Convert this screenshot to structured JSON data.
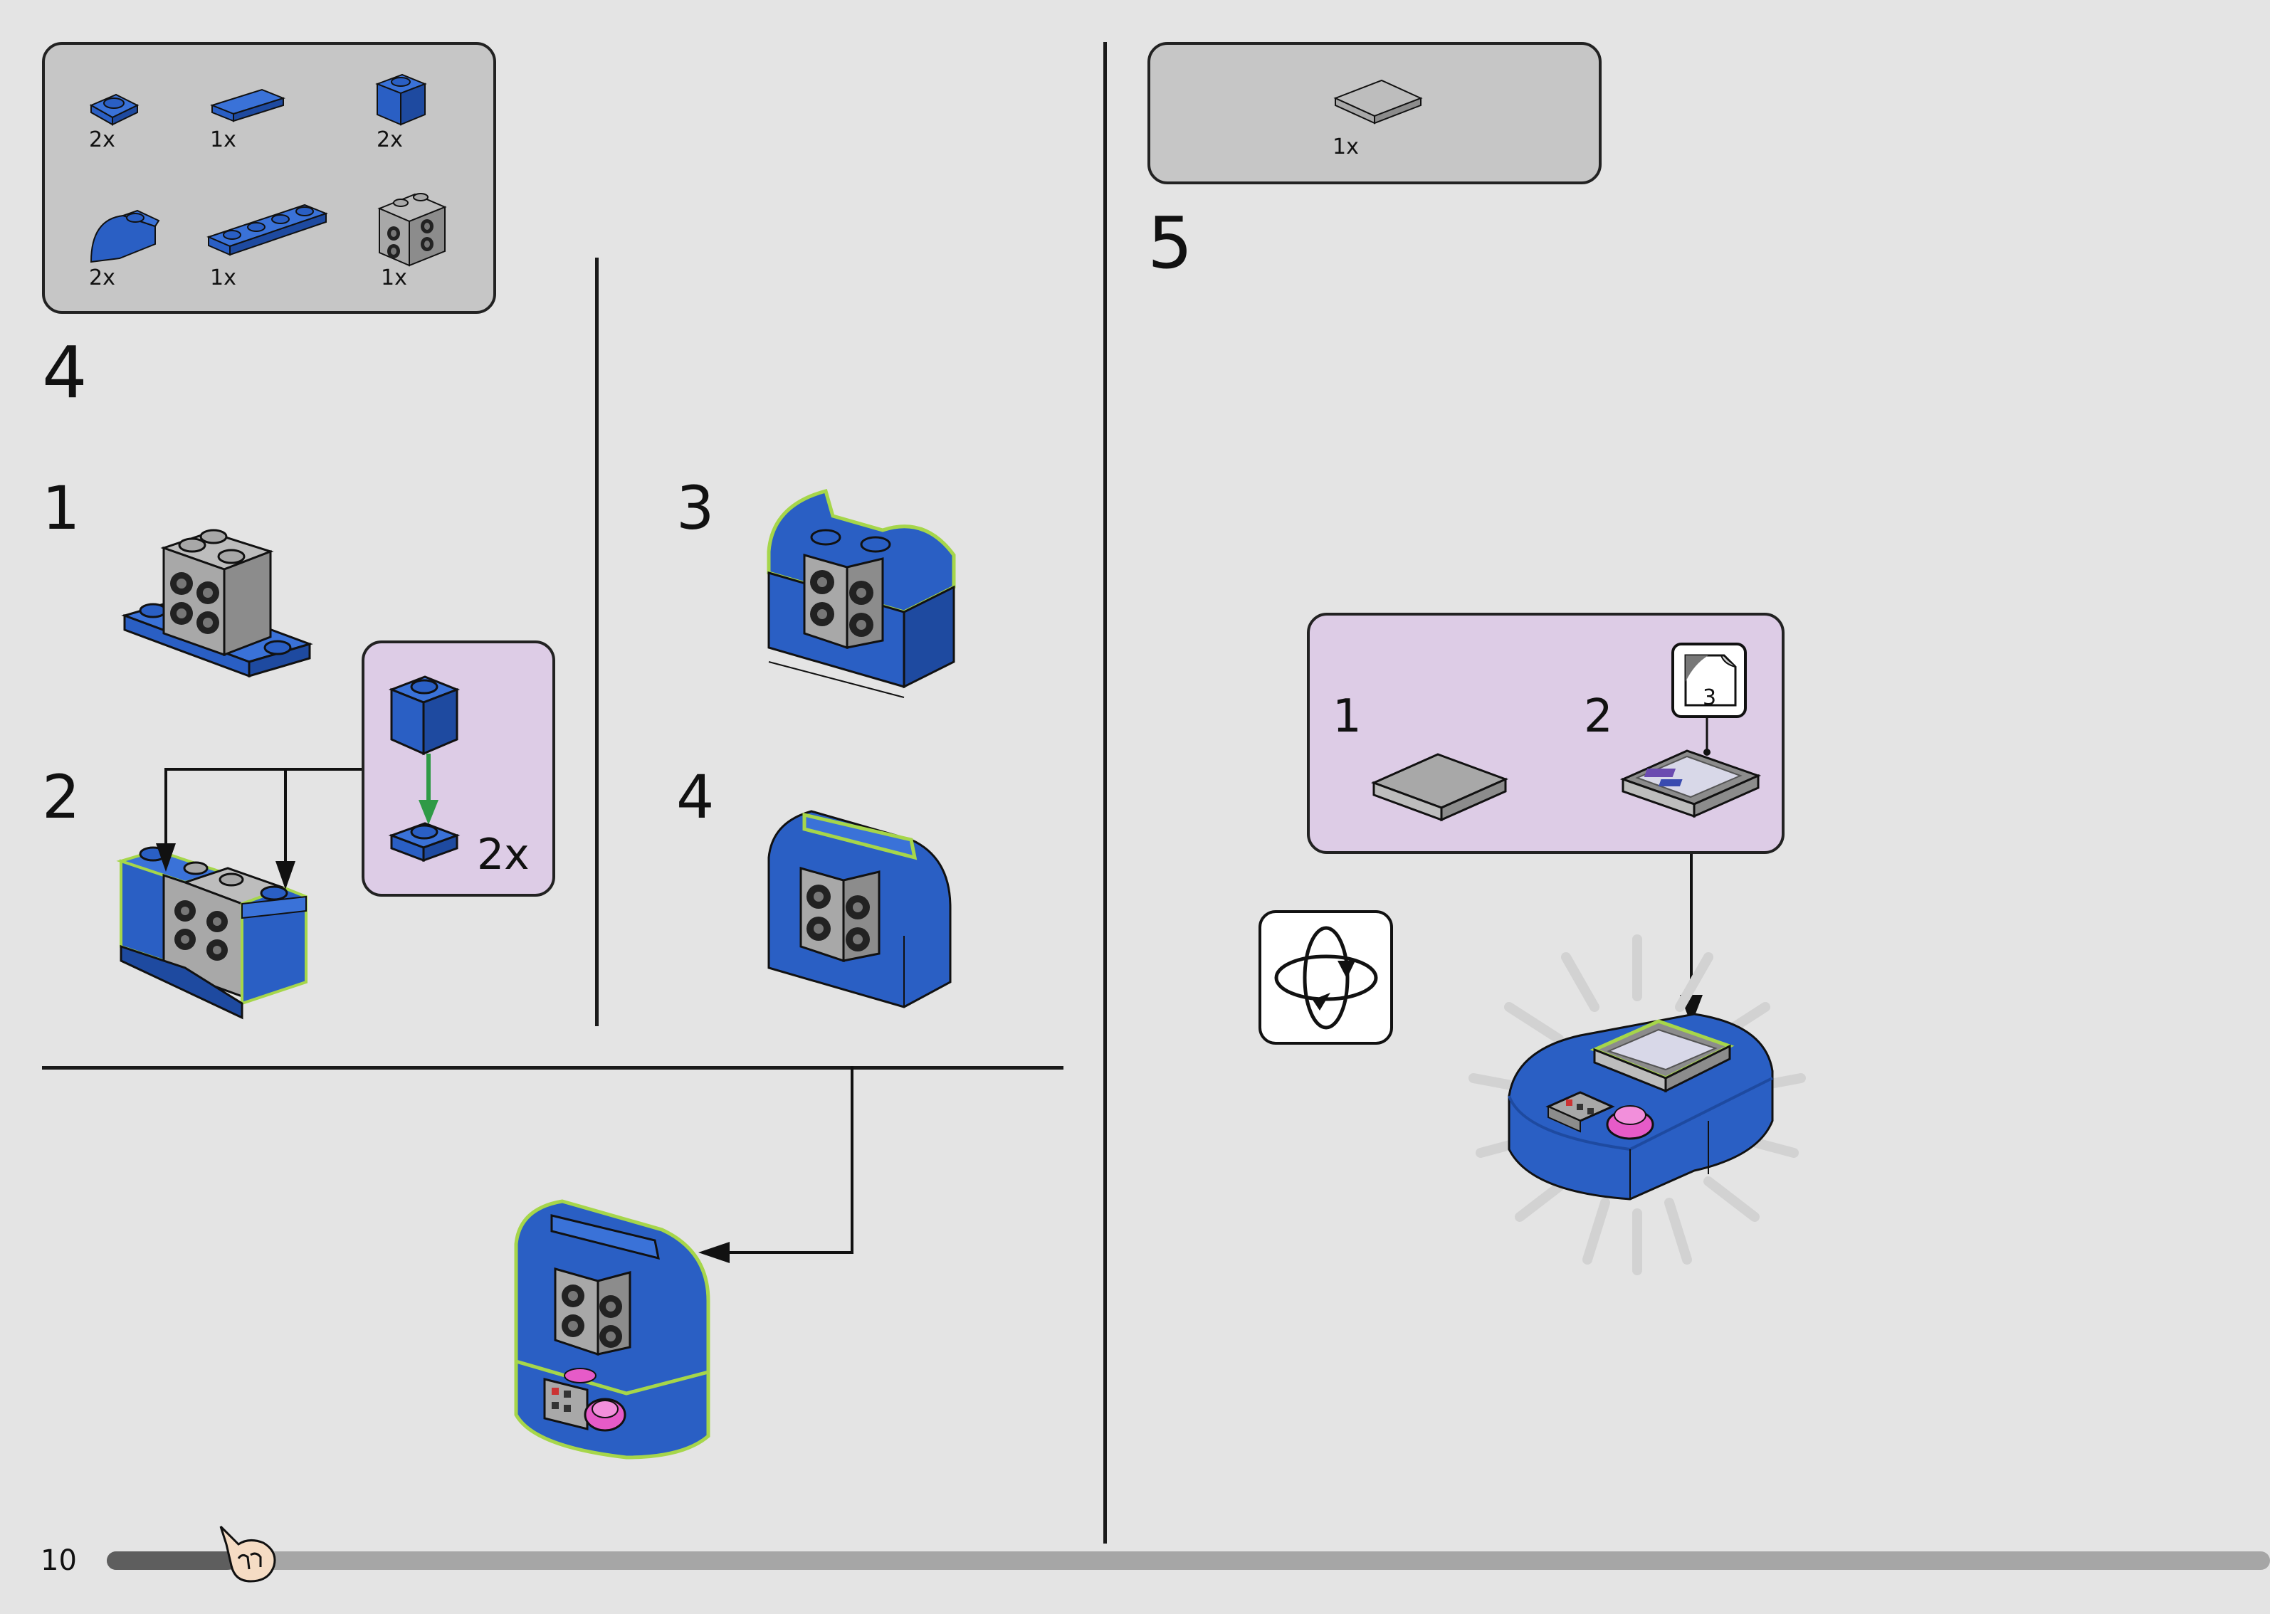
{
  "page": {
    "number": "10",
    "progress": 0.06
  },
  "step4": {
    "number": "4",
    "parts": [
      {
        "qty": "2x",
        "icon": "blue-1x1-round-plate-icon"
      },
      {
        "qty": "1x",
        "icon": "blue-1x2-tile-icon"
      },
      {
        "qty": "2x",
        "icon": "blue-1x1-brick-icon"
      },
      {
        "qty": "2x",
        "icon": "blue-curved-slope-icon"
      },
      {
        "qty": "1x",
        "icon": "blue-1x4-plate-icon"
      },
      {
        "qty": "1x",
        "icon": "grey-2x2-brick-with-studs-on-side-icon"
      }
    ],
    "substeps": [
      {
        "number": "1"
      },
      {
        "number": "2"
      },
      {
        "number": "3"
      },
      {
        "number": "4"
      }
    ],
    "callout_multiplier": "2x"
  },
  "step5": {
    "number": "5",
    "parts": [
      {
        "qty": "1x",
        "icon": "grey-2x2-tile-icon"
      }
    ],
    "callout": {
      "step1": "1",
      "step2": "2",
      "sticker_number": "3"
    }
  },
  "colors": {
    "background": "#e4e4e4",
    "parts_box": "#c6c6c6",
    "callout_box": "#ddcce6",
    "brick_blue": "#2a5fc4",
    "brick_grey": "#a8a8a8",
    "new_part_outline": "#a6d64a",
    "press_arrow": "#2f9a46",
    "accent_pink": "#e65bc8"
  }
}
